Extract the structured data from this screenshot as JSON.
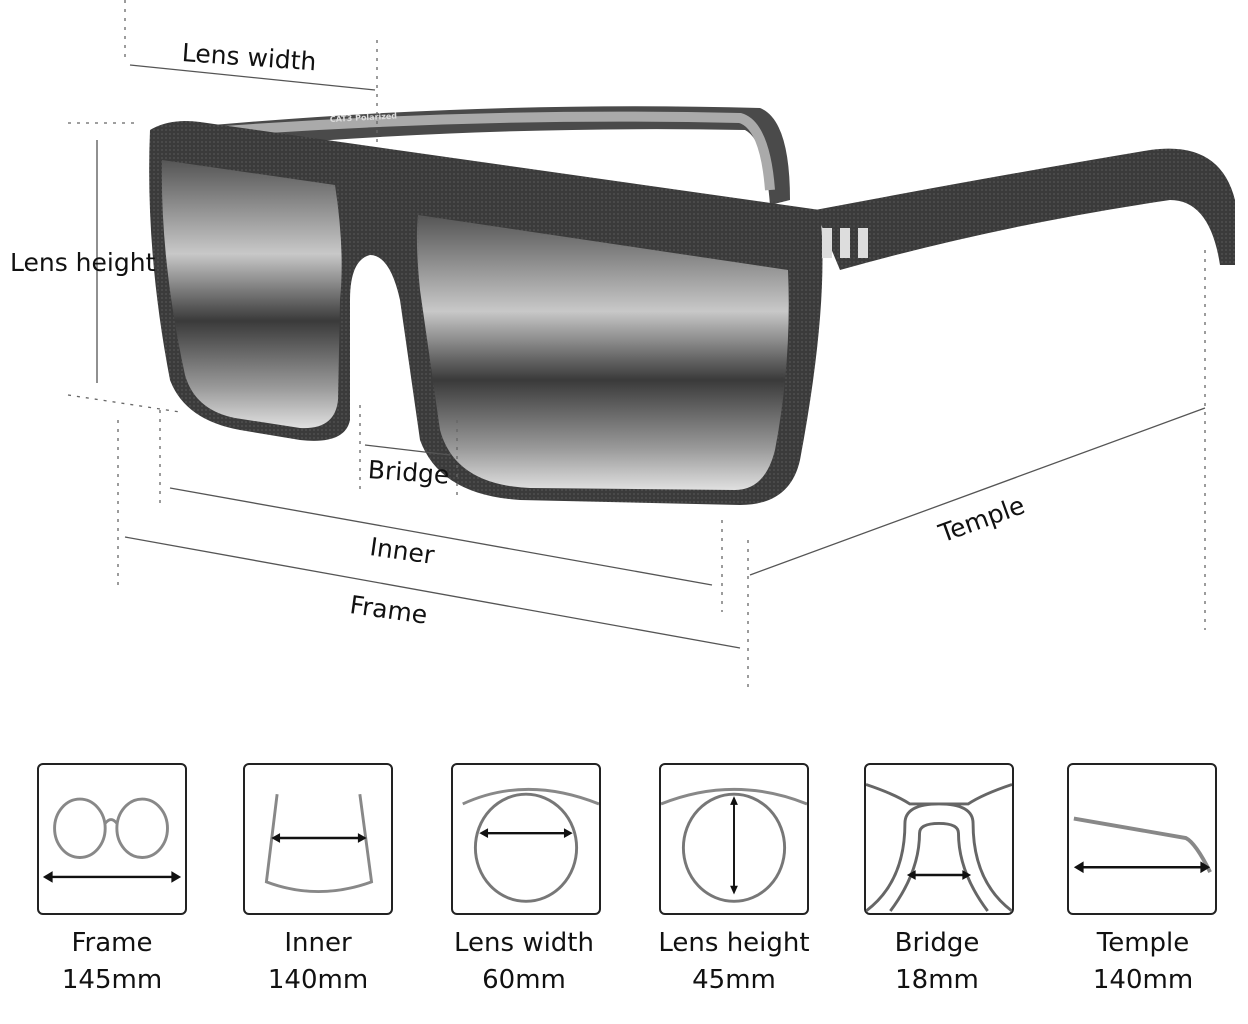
{
  "diagram": {
    "labels": {
      "lens_width": "Lens width",
      "lens_height": "Lens height",
      "bridge": "Bridge",
      "inner": "Inner",
      "frame": "Frame",
      "temple": "Temple"
    },
    "arm_print": "CAT3 Polarized"
  },
  "measurements": [
    {
      "label": "Frame",
      "value": "145mm",
      "icon": "frame-front-icon"
    },
    {
      "label": "Inner",
      "value": "140mm",
      "icon": "inner-top-view-icon"
    },
    {
      "label": "Lens width",
      "value": "60mm",
      "icon": "lens-width-icon"
    },
    {
      "label": "Lens height",
      "value": "45mm",
      "icon": "lens-height-icon"
    },
    {
      "label": "Bridge",
      "value": "18mm",
      "icon": "bridge-icon"
    },
    {
      "label": "Temple",
      "value": "140mm",
      "icon": "temple-arm-icon"
    }
  ],
  "colors": {
    "frame": "#3a3a3a",
    "line": "#555555"
  }
}
